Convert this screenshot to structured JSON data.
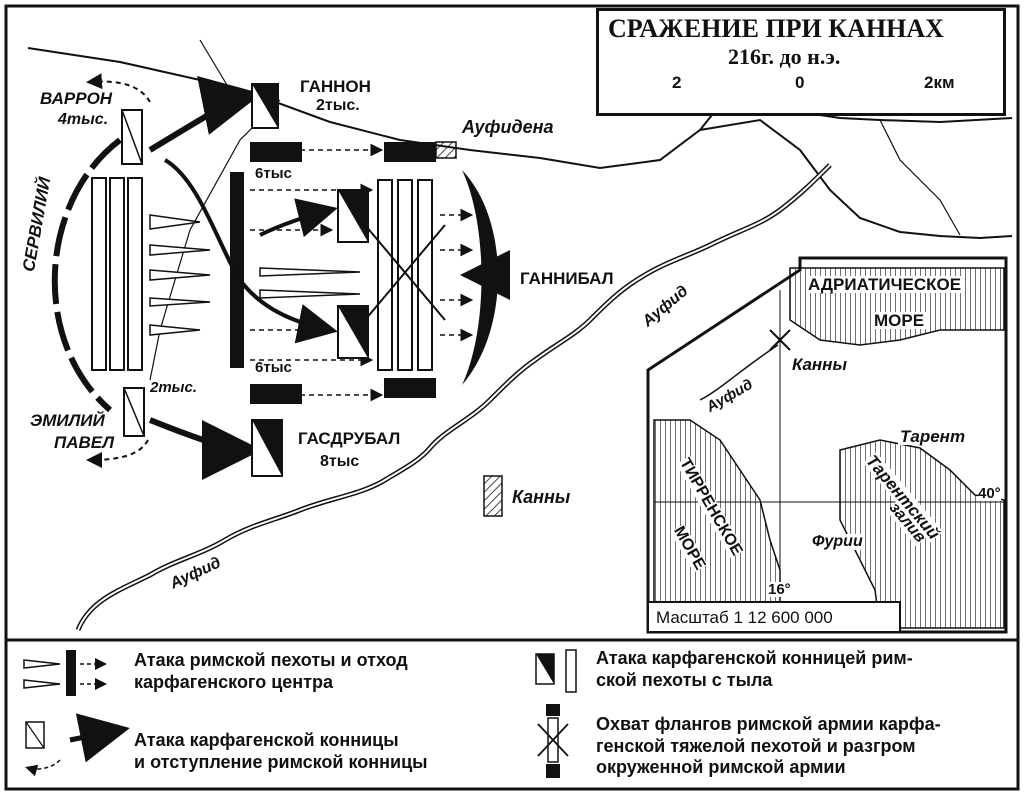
{
  "title": {
    "main": "СРАЖЕНИЕ ПРИ КАННАХ",
    "year": "216г. до н.э.",
    "scale_ticks": [
      "2",
      "0",
      "2км"
    ]
  },
  "armies": {
    "varron": "ВАРРОН",
    "varron_count": "4тыс.",
    "servilii": "СЕРВИЛИЙ",
    "emilii": "ЭМИЛИЙ",
    "pavel": "ПАВЕЛ",
    "emilii_count": "2тыс.",
    "gannon": "ГАННОН",
    "gannon_count": "2тыс.",
    "gannibal": "ГАННИБАЛ",
    "gasdrubal": "ГАСДРУБАЛ",
    "gasdrubal_count": "8тыс",
    "six_top": "6тыс",
    "six_bottom": "6тыс"
  },
  "places": {
    "aufidena": "Ауфидена",
    "kanny": "Канны",
    "aufid_1": "Ауфид",
    "aufid_2": "Ауфид"
  },
  "inset": {
    "adriatic_1": "АДРИАТИЧЕСКОЕ",
    "adriatic_2": "МОРЕ",
    "kanny": "Канны",
    "aufid": "Ауфид",
    "tarent": "Тарент",
    "tarent_gulf_1": "Тарентский",
    "tarent_gulf_2": "залив",
    "tyrrhen_1": "ТИРРЕНСКОЕ",
    "tyrrhen_2": "МОРЕ",
    "furii": "Фурии",
    "lat40": "40°",
    "lon16": "16°",
    "scale": "Масштаб 1 12 600 000"
  },
  "legend": {
    "item1": "Атака римской пехоты и отход\nкарфагенского центра",
    "item2": "Атака карфагенской конницы\nи отступление римской конницы",
    "item3": "Атака карфагенской конницей рим-\nской пехоты с тыла",
    "item4": "Охват флангов римской армии карфа-\nгенской тяжелой пехотой и разгром\nокруженной римской армии"
  }
}
